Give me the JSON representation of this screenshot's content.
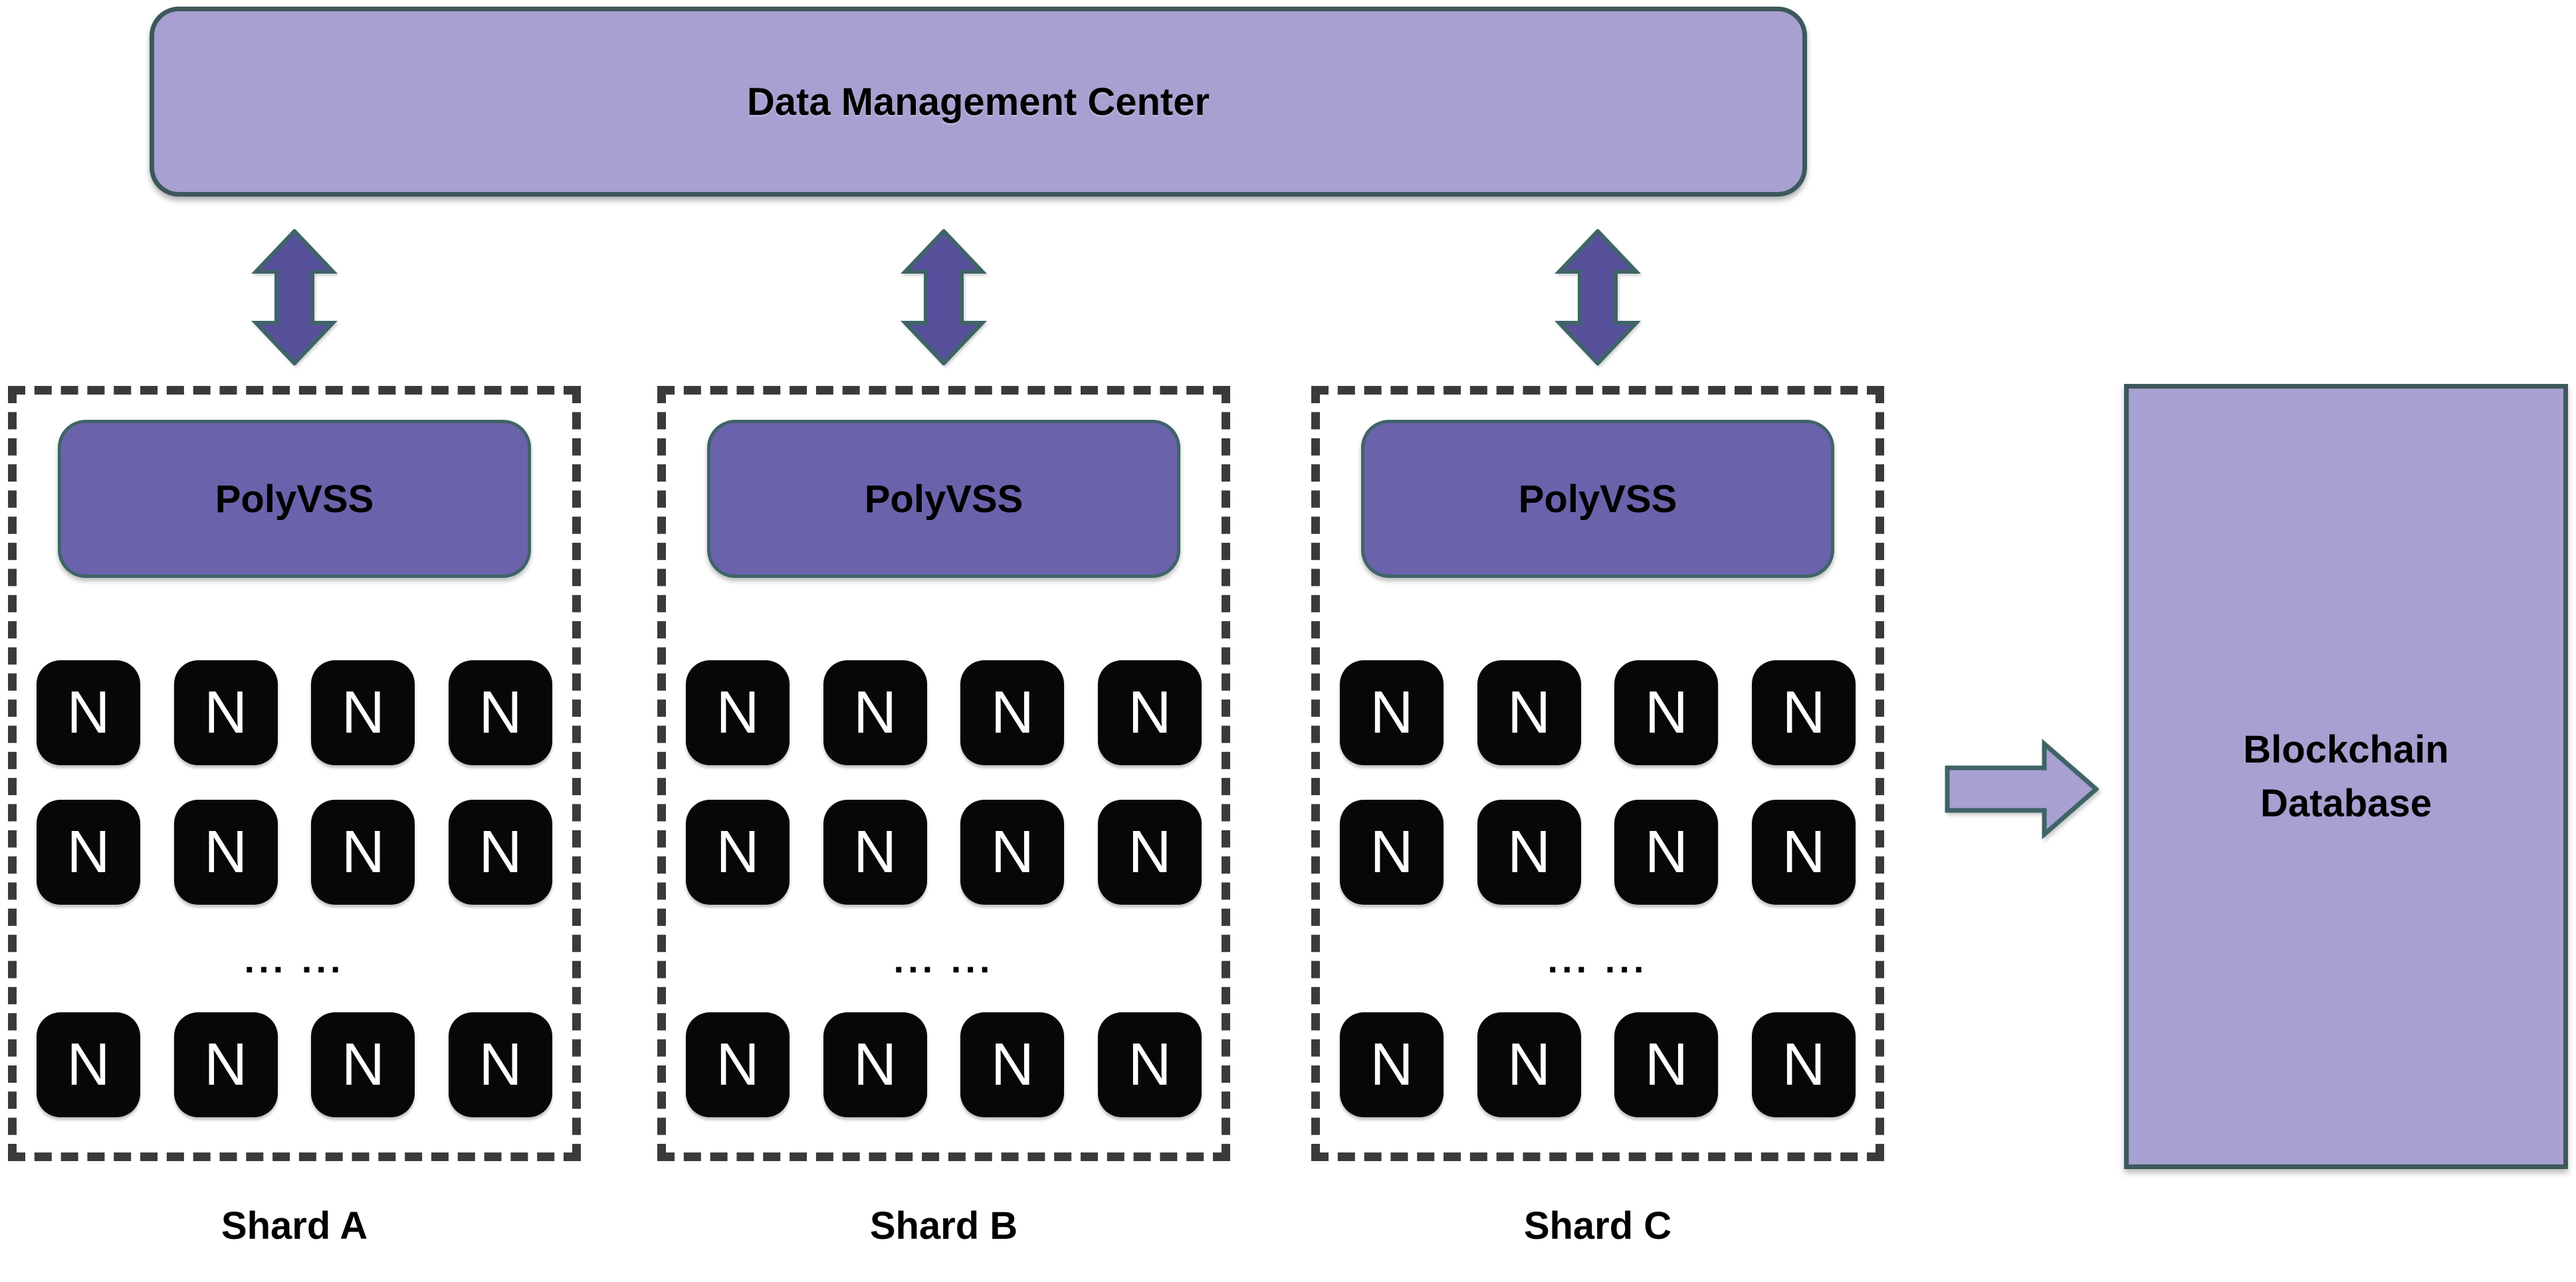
{
  "diagram": {
    "title": "Data Management Center",
    "shards": [
      {
        "name": "Shard A",
        "module": "PolyVSS"
      },
      {
        "name": "Shard B",
        "module": "PolyVSS"
      },
      {
        "name": "Shard C",
        "module": "PolyVSS"
      }
    ],
    "node_label": "N",
    "ellipsis": "... ...",
    "database": {
      "line1": "Blockchain",
      "line2": "Database"
    }
  },
  "colors": {
    "light-purple": "#a7a0d0",
    "medium-purple": "#6a63ab",
    "dark-purple": "#57519b",
    "outline-teal": "#3f6468",
    "outline-dark": "#3d585c",
    "dash": "#3a3a3a",
    "node-black": "#070707",
    "canvas-bg": "#ffffff"
  }
}
